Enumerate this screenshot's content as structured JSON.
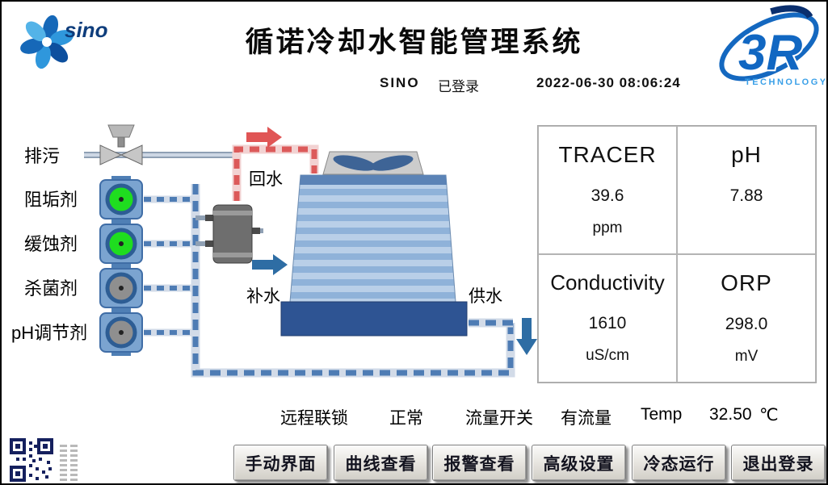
{
  "page": {
    "title": "循诺冷却水智能管理系统"
  },
  "header": {
    "sino_logo_text": "sino",
    "r3_logo_text": "3R",
    "r3_logo_sub": "TECHNOLOGY",
    "username": "SINO",
    "login_status": "已登录",
    "datetime": "2022-06-30  08:06:24"
  },
  "diagram": {
    "blowdown_label": "排污",
    "scale_inhibitor_label": "阻垢剂",
    "corrosion_inhibitor_label": "缓蚀剂",
    "biocide_label": "杀菌剂",
    "ph_adjuster_label": "pH调节剂",
    "return_water_label": "回水",
    "makeup_water_label": "补水",
    "supply_water_label": "供水"
  },
  "readings": {
    "tracer": {
      "label": "TRACER",
      "value": "39.6",
      "unit": "ppm"
    },
    "ph": {
      "label": "pH",
      "value": "7.88",
      "unit": ""
    },
    "conductivity": {
      "label": "Conductivity",
      "value": "1610",
      "unit": "uS/cm"
    },
    "orp": {
      "label": "ORP",
      "value": "298.0",
      "unit": "mV"
    }
  },
  "status": {
    "interlock_label": "远程联锁",
    "interlock_value": "正常",
    "flow_label": "流量开关",
    "flow_value": "有流量",
    "temp_label": "Temp",
    "temp_value": "32.50",
    "temp_unit": "℃"
  },
  "buttons": {
    "manual": "手动界面",
    "curves": "曲线查看",
    "alarms": "报警查看",
    "settings": "高级设置",
    "cold_run": "冷态运行",
    "logout": "退出登录"
  }
}
